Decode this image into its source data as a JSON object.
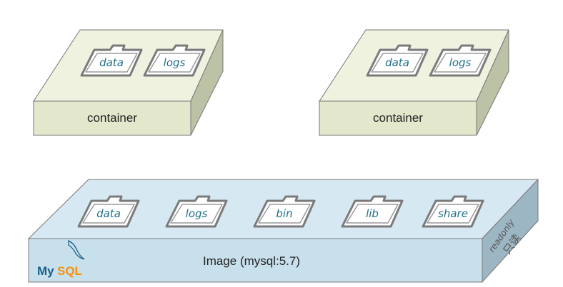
{
  "containers": [
    {
      "label": "container",
      "folders": [
        "data",
        "logs"
      ]
    },
    {
      "label": "container",
      "folders": [
        "data",
        "logs"
      ]
    }
  ],
  "image": {
    "label": "Image  (mysql:5.7)",
    "folders": [
      "data",
      "logs",
      "bin",
      "lib",
      "share"
    ],
    "readonly_en": "readonly",
    "readonly_cn": "只读",
    "logo": {
      "my": "My",
      "sql": "SQL",
      "name": "mysql-dolphin-logo"
    }
  },
  "colors": {
    "container_top": "#eef2df",
    "container_front": "#e3e8cc",
    "container_side": "#bcc2a6",
    "image_top": "#d6e8f1",
    "image_front": "#c8e0ec",
    "image_side": "#9db6c3",
    "folder_stroke": "#7a7a7a",
    "folder_fill": "#ffffff"
  }
}
